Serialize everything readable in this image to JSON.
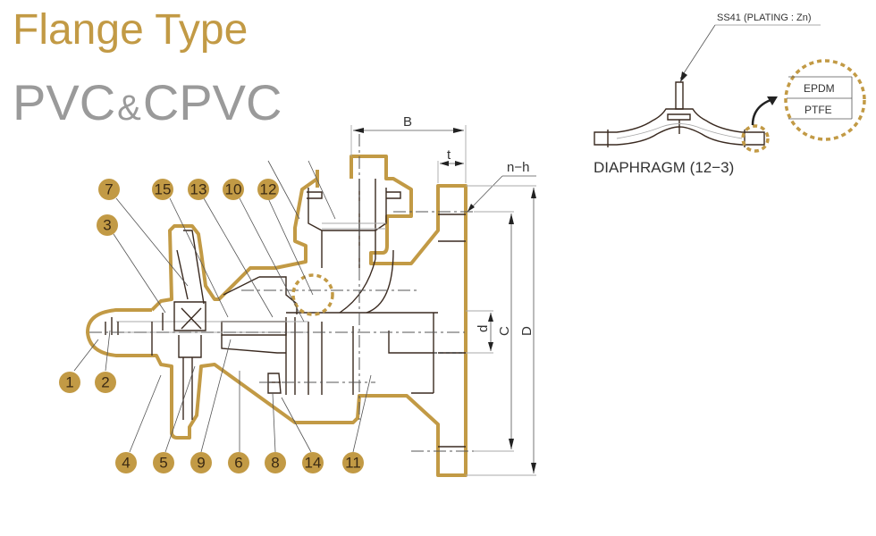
{
  "header": {
    "title": "Flange Type",
    "subtitle_part1": "PVC",
    "subtitle_amp": "&",
    "subtitle_part2": "CPVC"
  },
  "colors": {
    "accent_gold": "#c29a45",
    "subtitle_gray": "#9a9a9a",
    "line_dark": "#3a2a20"
  },
  "dimensions": {
    "B": "B",
    "t": "t",
    "n_h": "n−h",
    "d": "d",
    "C": "C",
    "D": "D"
  },
  "diaphragm_detail": {
    "material_note": "SS41 (PLATING : Zn)",
    "layer_top": "EPDM",
    "layer_bottom": "PTFE",
    "caption": "DIAPHRAGM (12−3)"
  },
  "parts": [
    {
      "id": "1",
      "label": "1"
    },
    {
      "id": "2",
      "label": "2"
    },
    {
      "id": "3",
      "label": "3"
    },
    {
      "id": "4",
      "label": "4"
    },
    {
      "id": "5",
      "label": "5"
    },
    {
      "id": "6",
      "label": "6"
    },
    {
      "id": "7",
      "label": "7"
    },
    {
      "id": "8",
      "label": "8"
    },
    {
      "id": "9",
      "label": "9"
    },
    {
      "id": "10",
      "label": "10"
    },
    {
      "id": "11",
      "label": "11"
    },
    {
      "id": "12",
      "label": "12"
    },
    {
      "id": "13",
      "label": "13"
    },
    {
      "id": "14",
      "label": "14"
    },
    {
      "id": "15",
      "label": "15"
    }
  ]
}
